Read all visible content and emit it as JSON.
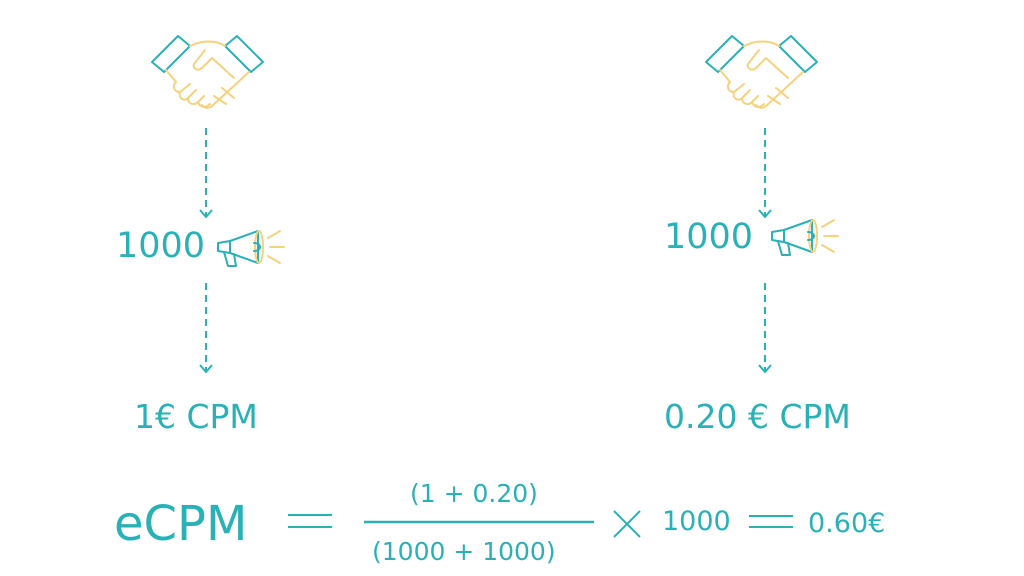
{
  "left_deal": {
    "impressions": "1000",
    "cpm": "1€ CPM"
  },
  "right_deal": {
    "impressions": "1000",
    "cpm": "0.20 € CPM"
  },
  "formula": {
    "lhs": "eCPM",
    "numerator": "(1 + 0.20)",
    "denominator": "(1000 + 1000)",
    "multiplier": "1000",
    "result": "0.60€"
  },
  "icons": {
    "deal": "handshake-icon",
    "ad": "megaphone-icon"
  },
  "colors": {
    "teal": "#2ab1b6",
    "yellow": "#f5d27f"
  }
}
